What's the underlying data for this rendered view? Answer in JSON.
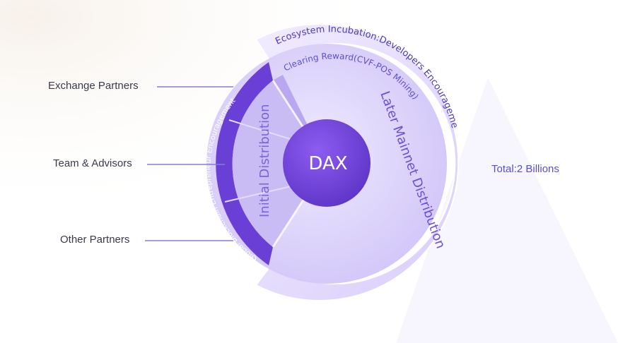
{
  "center_label": "DAX",
  "total": "Total:2 Billions",
  "outer_ring_label": "Ecosystem Incubation:Developers Encouragement",
  "left_ring_label": "Global Blockchain Entrepreneur Encouragement",
  "inner_top_label": "Clearing Reward(CVF-POS Mining)",
  "later_label": "Later Mainnet Distribution",
  "initial_label": "Initial Distribution",
  "partners": [
    {
      "label": "Exchange Partners"
    },
    {
      "label": "Team & Advisors"
    },
    {
      "label": "Other Partners"
    }
  ],
  "colors": {
    "accent": "#6c4fd8",
    "center_dark": "#6a3fd6",
    "light_fill": "#dcd2fb",
    "ring_light": "#e8e1fd",
    "label_text": "#5b4fd0"
  }
}
